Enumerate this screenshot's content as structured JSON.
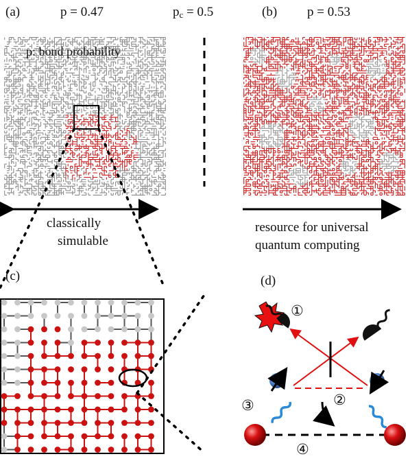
{
  "panel_a": {
    "letter": "(a)",
    "prob_label": "p = 0.47",
    "inset_text": "p: bond probability"
  },
  "critical": {
    "symbol": "p",
    "subscript": "c",
    "value": " = 0.5"
  },
  "panel_b": {
    "letter": "(b)",
    "prob_label": "p = 0.53"
  },
  "arrow_left_text": [
    "classically",
    "simulable"
  ],
  "arrow_right_text": [
    "resource for universal",
    "quantum computing"
  ],
  "panel_c": {
    "letter": "(c)"
  },
  "panel_d": {
    "letter": "(d)",
    "steps": [
      "①",
      "②",
      "③",
      "④"
    ]
  },
  "colors": {
    "cluster": "#cc1a1a",
    "bond_gray": "#888888",
    "node_gray": "#c8c8c8",
    "node_red": "#cc1111",
    "atom_blue": "#4a7fc7",
    "wiggle_blue": "#2a8ad8",
    "laser_red": "#e01010"
  }
}
